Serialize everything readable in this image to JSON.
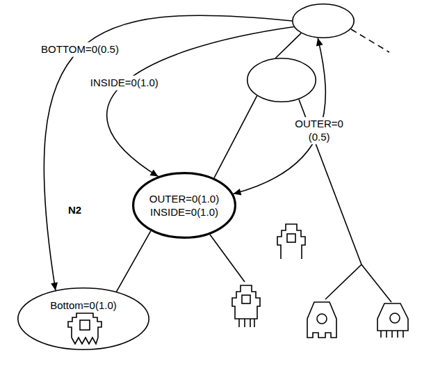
{
  "diagram": {
    "nodes": [
      {
        "text": []
      },
      {
        "text": []
      },
      {
        "text": [
          "N2",
          "OUTER=0(1.0)",
          "INSIDE=0(1.0)"
        ]
      },
      {
        "text": [
          "Bottom=0(1.0)"
        ]
      }
    ],
    "edges": [
      {
        "from": 0,
        "to": 1,
        "arrow": "none"
      },
      {
        "from": 1,
        "to": 2,
        "arrow": "none"
      },
      {
        "from": 2,
        "to": 3,
        "arrow": "none"
      },
      {
        "from": 0,
        "to": 3,
        "label": "BOTTOM=0(0.5)",
        "arrow": "to"
      },
      {
        "from": 0,
        "to": 2,
        "label": "INSIDE=0(1.0)",
        "arrow": "to"
      },
      {
        "from": 0,
        "to": 2,
        "label": "OUTER=0 (0.5)",
        "arrow": "both"
      }
    ]
  }
}
